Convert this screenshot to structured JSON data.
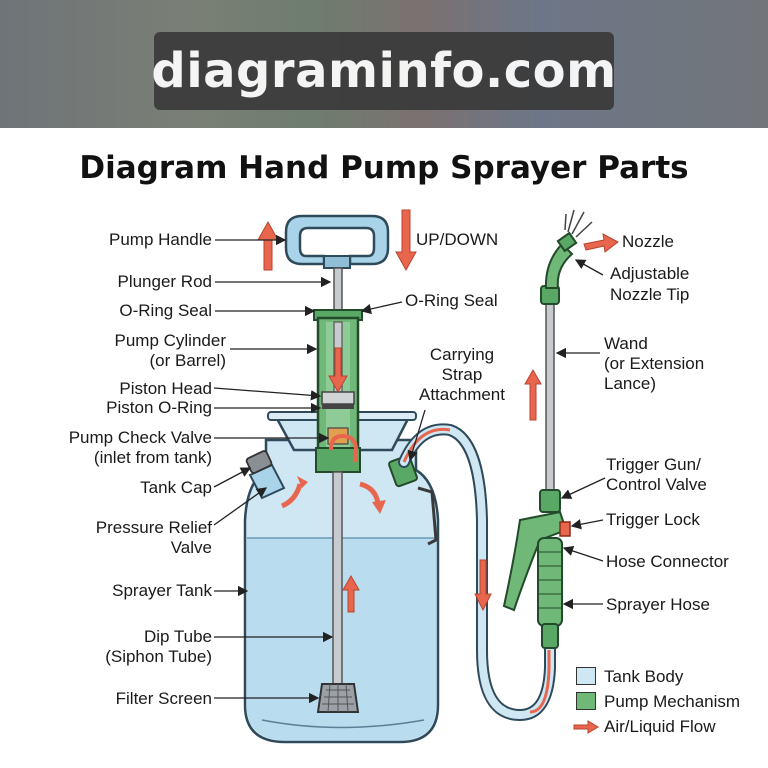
{
  "watermark": "diagraminfo.com",
  "title": "Diagram Hand Pump Sprayer Parts",
  "motion_label": "UP/DOWN",
  "left_labels": {
    "pump_handle": "Pump Handle",
    "plunger_rod": "Plunger Rod",
    "o_ring_seal": "O-Ring Seal",
    "pump_cylinder_1": "Pump Cylinder",
    "pump_cylinder_2": "(or Barrel)",
    "piston_head": "Piston Head",
    "piston_o_ring": "Piston O-Ring",
    "check_valve_1": "Pump Check Valve",
    "check_valve_2": "(inlet from tank)",
    "tank_cap": "Tank Cap",
    "relief_valve_1": "Pressure Relief",
    "relief_valve_2": "Valve",
    "sprayer_tank": "Sprayer Tank",
    "dip_tube_1": "Dip Tube",
    "dip_tube_2": "(Siphon Tube)",
    "filter_screen": "Filter Screen"
  },
  "center_labels": {
    "o_ring_seal_right": "O-Ring Seal",
    "strap_1": "Carrying",
    "strap_2": "Strap",
    "strap_3": "Attachment"
  },
  "right_labels": {
    "nozzle": "Nozzle",
    "adjustable_1": "Adjustable",
    "adjustable_2": "Nozzle Tip",
    "wand_1": "Wand",
    "wand_2": "(or Extension",
    "wand_3": "Lance)",
    "trigger_gun_1": "Trigger Gun/",
    "trigger_gun_2": "Control Valve",
    "trigger_lock": "Trigger Lock",
    "hose_connector": "Hose Connector",
    "sprayer_hose": "Sprayer Hose"
  },
  "legend": [
    {
      "label": "Tank Body",
      "color": "#cfe6f3"
    },
    {
      "label": "Pump Mechanism",
      "color": "#6fb878"
    },
    {
      "label": "Air/Liquid Flow",
      "color": "#e8664d"
    }
  ],
  "colors": {
    "tank": "#cfe6f3",
    "liquid": "#b9dcef",
    "pump": "#6fb878",
    "flow": "#e8664d",
    "metal": "#b8bcc0"
  }
}
